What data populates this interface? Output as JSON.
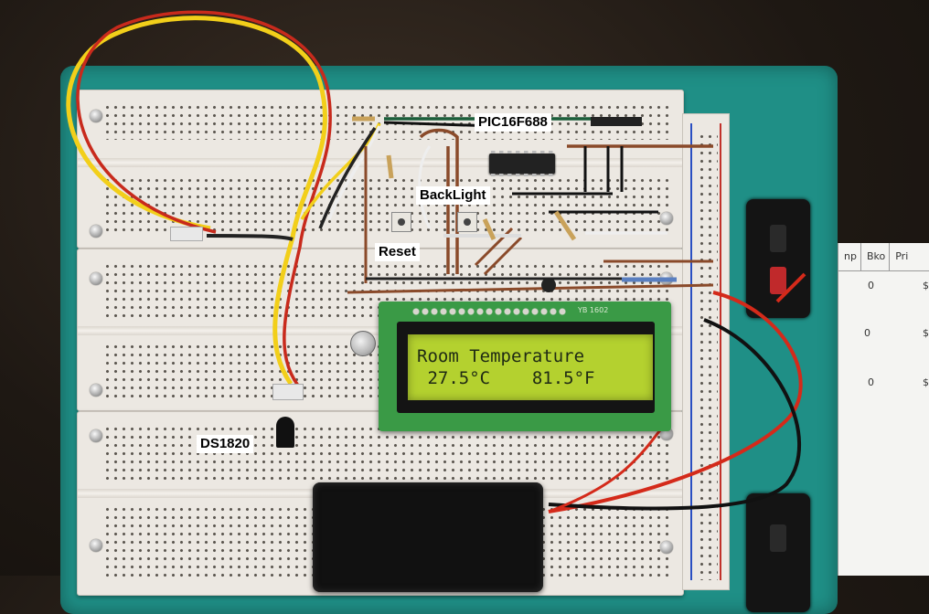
{
  "labels": {
    "mcu": "PIC16F688",
    "backlight": "BackLight",
    "reset": "Reset",
    "sensor": "DS1820"
  },
  "lcd": {
    "line1": "Room Temperature",
    "line2": " 27.5°C    81.5°F",
    "pcb_text": "YB 1602"
  },
  "paper": {
    "headers": [
      "np",
      "Bko",
      "Pri"
    ],
    "values": [
      "0",
      "0",
      "0"
    ],
    "currency": [
      "$",
      "$",
      "$"
    ]
  },
  "colors": {
    "base_plate": "#1f8f86",
    "lcd_backlight": "#b4d12f",
    "breadboard": "#ece8e2"
  }
}
